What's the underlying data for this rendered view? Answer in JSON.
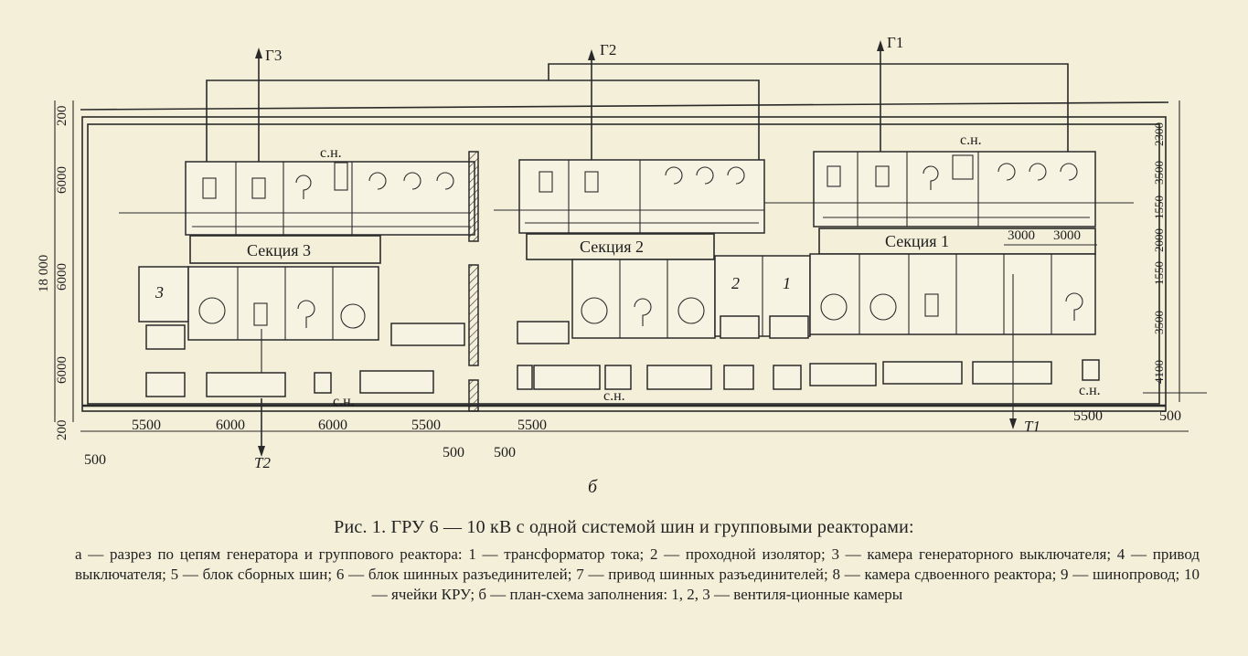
{
  "diagram": {
    "generators": [
      "Г3",
      "Г2",
      "Г1"
    ],
    "sections": [
      "Секция 3",
      "Секция 2",
      "Секция 1"
    ],
    "aux": [
      "с.н.",
      "с.н.",
      "с.н.",
      "с.н.",
      "с.н."
    ],
    "feeders": [
      "Т2",
      "Т1"
    ],
    "chamber_numbers": [
      "3",
      "2",
      "1"
    ],
    "left_dims": [
      "200",
      "6000",
      "6000",
      "6000",
      "200"
    ],
    "total_dim": "18 000",
    "right_dims": [
      "2300",
      "3500",
      "1550",
      "2000",
      "1550",
      "3500",
      "4100"
    ],
    "bottom_dims": [
      "500",
      "5500",
      "6000",
      "6000",
      "5500",
      "500",
      "500",
      "5500",
      "5500",
      "500"
    ],
    "top_dims": [
      "3000",
      "3000"
    ]
  },
  "figure_letter": "б",
  "caption": "Рис.  1. ГРУ 6 — 10 кВ с одной системой шин и групповыми реакторами:",
  "legend": "а — разрез по цепям генератора и группового реактора: 1 — трансформатор тока; 2 — проходной изолятор; 3 — камера генераторного выключателя; 4 — привод выключателя; 5 — блок сборных шин; 6 — блок шинных разъединителей; 7 — привод шинных разъединителей; 8 — камера сдвоенного реактора; 9 — шинопровод; 10 — ячейки КРУ; б — план-схема заполнения: 1, 2, 3 — вентиля-ционные камеры"
}
